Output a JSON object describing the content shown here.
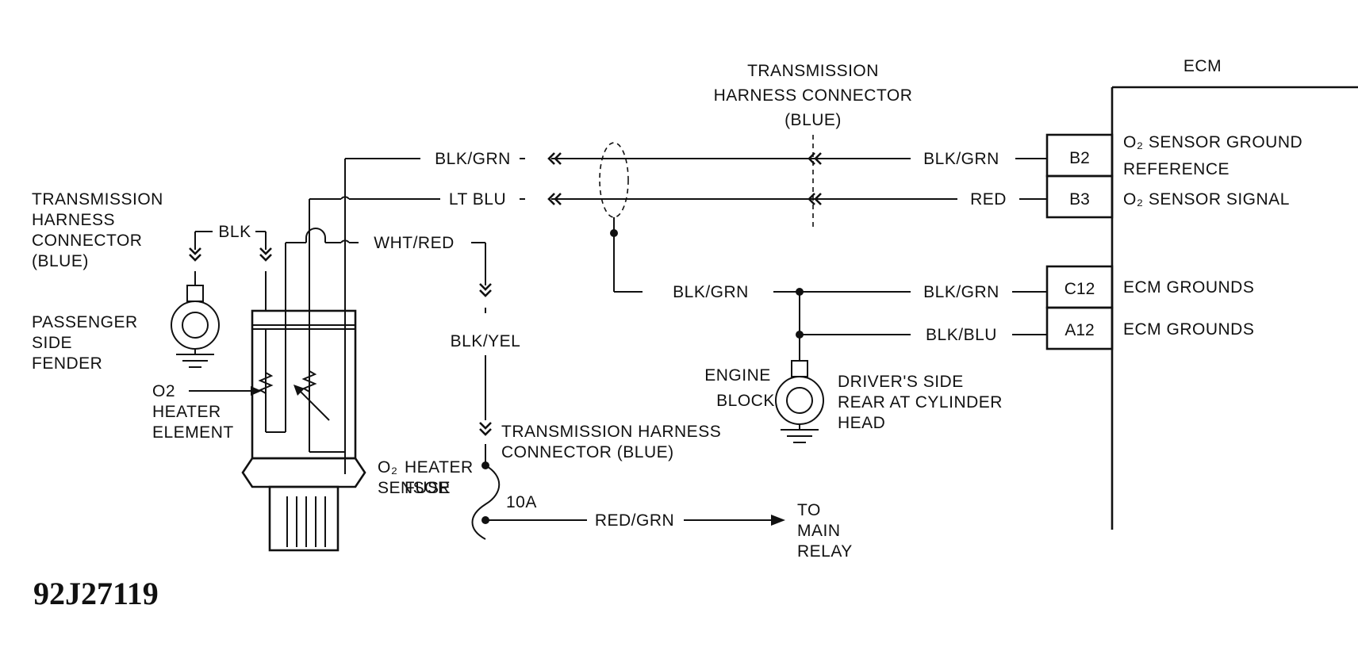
{
  "figure_id": "92J27119",
  "ecm": {
    "title": "ECM",
    "pins": [
      {
        "pin": "B2",
        "wire": "BLK/GRN",
        "function_lines": [
          "O₂ SENSOR GROUND",
          "REFERENCE"
        ]
      },
      {
        "pin": "B3",
        "wire": "RED",
        "function_lines": [
          "O₂ SENSOR SIGNAL"
        ]
      },
      {
        "pin": "C12",
        "wire": "BLK/GRN",
        "function_lines": [
          "ECM GROUNDS"
        ]
      },
      {
        "pin": "A12",
        "wire": "BLK/BLU",
        "function_lines": [
          "ECM GROUNDS"
        ]
      }
    ]
  },
  "connectors": {
    "trans_top": [
      "TRANSMISSION",
      "HARNESS CONNECTOR",
      "(BLUE)"
    ],
    "trans_left": [
      "TRANSMISSION",
      "HARNESS",
      "CONNECTOR",
      "(BLUE)"
    ],
    "trans_bottom": [
      "TRANSMISSION HARNESS",
      "CONNECTOR (BLUE)"
    ]
  },
  "wires": {
    "sensor_blk_grn": "BLK/GRN",
    "sensor_lt_blu": "LT BLU",
    "heater_wht_red": "WHT/RED",
    "ground_blk": "BLK",
    "fuse_blk_yel": "BLK/YEL",
    "shield_blk_grn": "BLK/GRN",
    "main_relay_red_grn": "RED/GRN"
  },
  "components": {
    "passenger_ground": [
      "PASSENGER",
      "SIDE",
      "FENDER"
    ],
    "heater_element": [
      "O2",
      "HEATER",
      "ELEMENT"
    ],
    "o2_sensor": [
      "O₂",
      "SENSOR"
    ],
    "fuse": [
      "HEATER",
      "FUSE"
    ],
    "fuse_rating": "10A",
    "main_relay": [
      "TO",
      "MAIN",
      "RELAY"
    ],
    "engine_block": [
      "ENGINE",
      "BLOCK"
    ],
    "driver_ground": [
      "DRIVER'S SIDE",
      "REAR AT CYLINDER",
      "HEAD"
    ]
  }
}
